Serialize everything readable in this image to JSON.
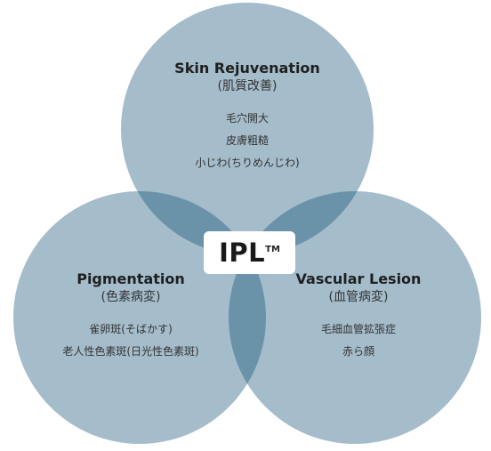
{
  "colors": {
    "circle_fill": "#a5bccb",
    "overlap_fill": "#6a93aa",
    "center_overlap_fill": "#5d8ba6",
    "center_box": "#ffffff"
  },
  "center": {
    "label": "IPL",
    "trademark": "TM"
  },
  "circles": {
    "top": {
      "title": "Skin Rejuvenation",
      "subtitle": "(肌質改善)",
      "items": [
        "毛穴開大",
        "皮膚粗糙",
        "小じわ(ちりめんじわ)"
      ]
    },
    "left": {
      "title": "Pigmentation",
      "subtitle": "(色素病変)",
      "items": [
        "雀卵斑(そばかす)",
        "老人性色素斑(日光性色素斑)"
      ]
    },
    "right": {
      "title": "Vascular Lesion",
      "subtitle": "(血管病変)",
      "items": [
        "毛細血管拡張症",
        "赤ら顔"
      ]
    }
  }
}
